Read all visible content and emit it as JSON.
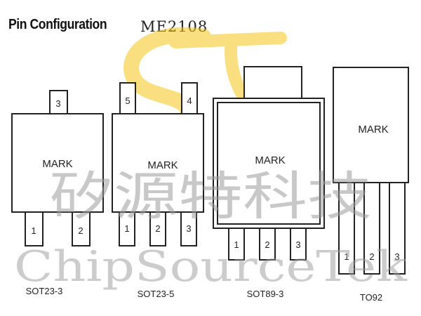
{
  "header": {
    "title": "Pin Configuration",
    "part_number": "ME2108"
  },
  "packages": [
    {
      "name": "SOT23-3",
      "mark": "MARK",
      "top_pins": [
        "3"
      ],
      "bottom_pins": [
        "1",
        "2"
      ]
    },
    {
      "name": "SOT23-5",
      "mark": "MARK",
      "top_pins": [
        "5",
        "4"
      ],
      "bottom_pins": [
        "1",
        "2",
        "3"
      ]
    },
    {
      "name": "SOT89-3",
      "mark": "MARK",
      "top_pins": [],
      "bottom_pins": [
        "1",
        "2",
        "3"
      ]
    },
    {
      "name": "TO92",
      "mark": "MARK",
      "top_pins": [],
      "bottom_pins": [
        "1",
        "2",
        "3"
      ]
    }
  ],
  "watermark": {
    "chinese": "矽源特科技",
    "english": "ChipSourceTek",
    "logo": "ST",
    "colors": {
      "logo": "#f5c518",
      "text": "#9a9a9a"
    }
  }
}
